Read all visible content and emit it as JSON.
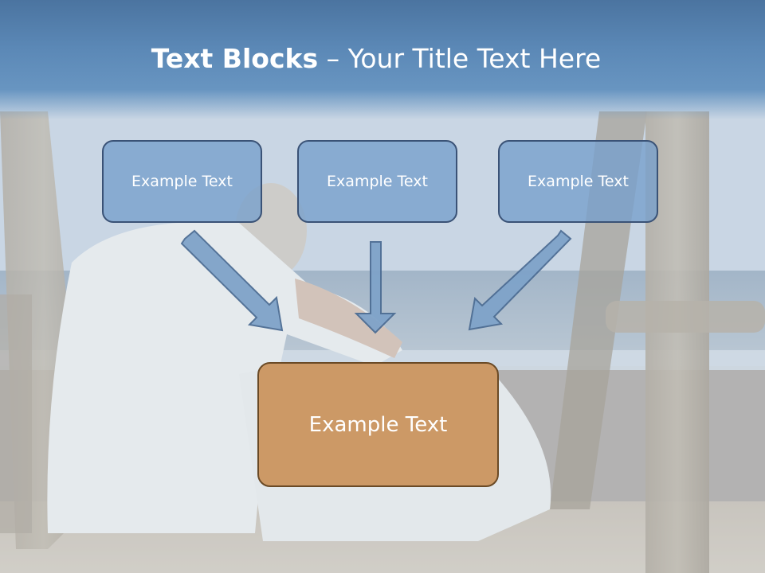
{
  "title": {
    "bold": "Text Blocks",
    "dash": " – ",
    "rest": "Your Title Text Here"
  },
  "blocks": [
    {
      "label": "Example Text"
    },
    {
      "label": "Example Text"
    },
    {
      "label": "Example Text"
    }
  ],
  "target": {
    "label": "Example Text"
  },
  "colors": {
    "title_bar": "#5b88b6",
    "block_fill": "#78a0cc",
    "block_border": "#3a5276",
    "target_fill": "#cc9966",
    "target_border": "#6a4a26",
    "arrow_fill": "#7fa3c9",
    "arrow_stroke": "#4d6d94"
  }
}
